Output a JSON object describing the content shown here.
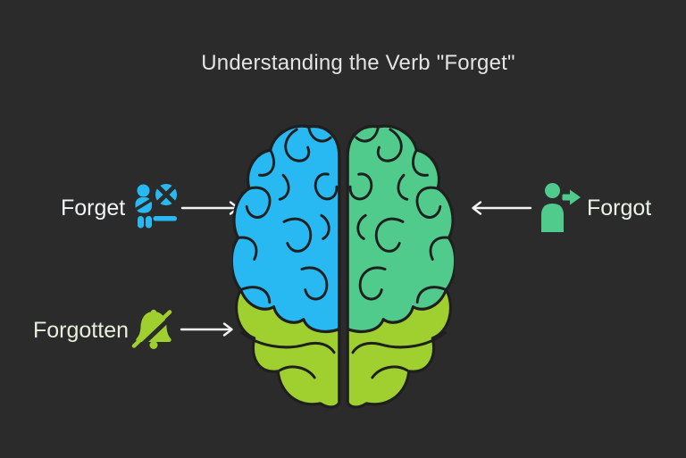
{
  "title": "Understanding the Verb \"Forget\"",
  "colors": {
    "background": "#2b2b2b",
    "outline": "#1f1f1f",
    "blue": "#29b9f2",
    "green": "#50cb8c",
    "lime": "#9fd02f",
    "arrow": "#f3f3f3",
    "title_text": "#e4e4e4",
    "label_forget": "#f0f4f6",
    "label_forgotten": "#e7eedd",
    "label_forgot": "#ebf3e7"
  },
  "labels": {
    "forget": {
      "text": "Forget",
      "icon": "person-seated-crossed-circle-icon",
      "icon_color": "#29b9f2",
      "arrow_direction": "right"
    },
    "forgotten": {
      "text": "Forgotten",
      "icon": "bell-slash-icon",
      "icon_color": "#9fd02f",
      "arrow_direction": "right"
    },
    "forgot": {
      "text": "Forgot",
      "icon": "person-arrow-right-icon",
      "icon_color": "#50cb8c",
      "arrow_direction": "left"
    }
  },
  "brain": {
    "view": "top-down, two hemispheres",
    "left_hemisphere_color": "#29b9f2",
    "right_hemisphere_color": "#50cb8c",
    "lower_lobes_color": "#9fd02f"
  }
}
